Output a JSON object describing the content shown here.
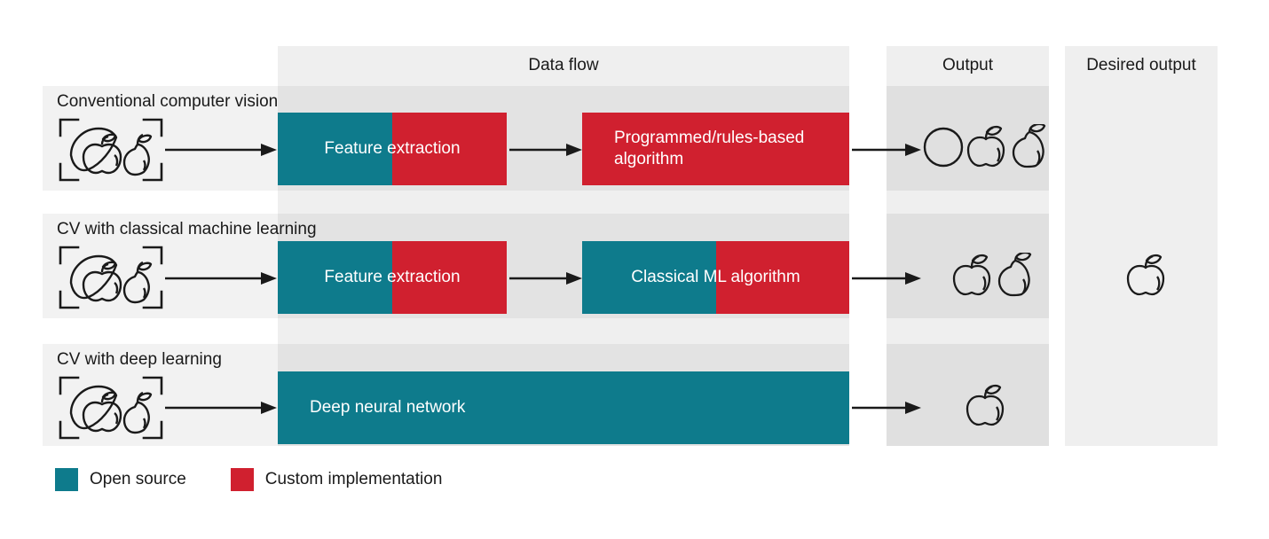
{
  "columns": {
    "dataflow": {
      "title": "Data flow"
    },
    "output": {
      "title": "Output"
    },
    "desired": {
      "title": "Desired output"
    }
  },
  "colors": {
    "open_source": "#0e7b8c",
    "custom_implementation": "#d0202f",
    "row_band": "#e3e3e3",
    "row_left_band": "#f2f2f2",
    "column_band": "#efefef",
    "output_band": "#e0e0e0",
    "text": "#1a1a1a",
    "box_text": "#ffffff"
  },
  "rows": [
    {
      "label": "Conventional computer vision",
      "input_icon": "fruit-scan-icon",
      "stages": [
        {
          "label": "Feature extraction",
          "segments": [
            "open_source",
            "custom_implementation"
          ],
          "split_ratio": 0.5
        },
        {
          "label": "Programmed/rules-based algorithm",
          "segments": [
            "custom_implementation"
          ],
          "split_ratio": 0
        }
      ],
      "output_icons": [
        "circle-icon",
        "apple-icon",
        "pear-icon"
      ]
    },
    {
      "label": "CV with classical machine learning",
      "input_icon": "fruit-scan-icon",
      "stages": [
        {
          "label": "Feature extraction",
          "segments": [
            "open_source",
            "custom_implementation"
          ],
          "split_ratio": 0.5
        },
        {
          "label": "Classical ML algorithm",
          "segments": [
            "open_source",
            "custom_implementation"
          ],
          "split_ratio": 0.5
        }
      ],
      "output_icons": [
        "apple-icon",
        "pear-icon"
      ]
    },
    {
      "label": "CV with deep learning",
      "input_icon": "fruit-scan-icon",
      "stages": [
        {
          "label": "Deep neural network",
          "segments": [
            "open_source"
          ],
          "split_ratio": 1
        }
      ],
      "output_icons": [
        "apple-icon"
      ]
    }
  ],
  "desired_output": {
    "icons": [
      "apple-icon"
    ]
  },
  "legend": [
    {
      "label": "Open source",
      "color": "#0e7b8c",
      "swatch": "teal-swatch"
    },
    {
      "label": "Custom implementation",
      "color": "#d0202f",
      "swatch": "red-swatch"
    }
  ]
}
